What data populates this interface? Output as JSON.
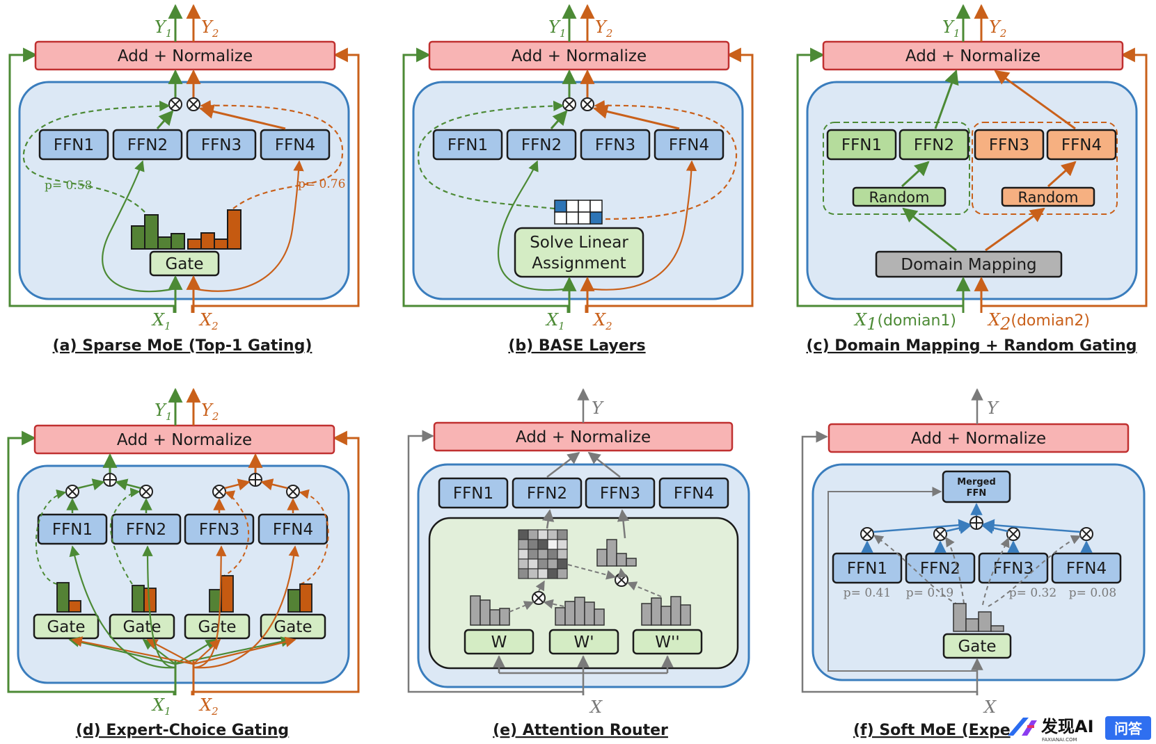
{
  "colors": {
    "green": "#4c8a35",
    "orange": "#c9601a",
    "gray": "#7a7a7a",
    "blue_line": "#3a7dbd",
    "panel_fill": "#dce8f5",
    "panel_stroke": "#3a7dbd",
    "norm_fill": "#f8b4b4",
    "norm_stroke": "#c03030",
    "ffn_fill": "#a7c7ea",
    "gate_fill": "#d4ecc4",
    "ffn_green_fill": "#b5dc9c",
    "ffn_orange_fill": "#f6b081",
    "domain_fill": "#b3b3b3"
  },
  "common": {
    "add_norm": "Add + Normalize",
    "ffn1": "FFN1",
    "ffn2": "FFN2",
    "ffn3": "FFN3",
    "ffn4": "FFN4",
    "gate": "Gate",
    "x1_sym": "X",
    "x1_sub": "1",
    "x2_sym": "X",
    "x2_sub": "2",
    "y1_sym": "Y",
    "y1_sub": "1",
    "y2_sym": "Y",
    "y2_sub": "2",
    "x_sym": "X",
    "y_sym": "Y"
  },
  "panel_a": {
    "caption": "(a) Sparse MoE (Top-1 Gating)",
    "p_green": "p= 0.58",
    "p_orange": "p= 0.76"
  },
  "panel_b": {
    "caption": "(b) BASE Layers",
    "solver_line1": "Solve Linear",
    "solver_line2": "Assignment"
  },
  "panel_c": {
    "caption": "(c) Domain Mapping + Random Gating",
    "random": "Random",
    "domain_mapping": "Domain Mapping",
    "x1_tail": "(domian1)",
    "x2_tail": "(domian2)"
  },
  "panel_d": {
    "caption": "(d) Expert-Choice Gating"
  },
  "panel_e": {
    "caption": "(e) Attention Router",
    "w": "W",
    "w1": "W'",
    "w2": "W''"
  },
  "panel_f": {
    "caption": "(f) Soft MoE (Expe",
    "merged_line1": "Merged",
    "merged_line2": "FFN",
    "probs": [
      "p= 0.41",
      "p= 0.19",
      "p= 0.32",
      "p= 0.08"
    ]
  },
  "watermark": {
    "brand": "发现AI",
    "site": "FAXIANAI.COM",
    "badge": "问答"
  }
}
